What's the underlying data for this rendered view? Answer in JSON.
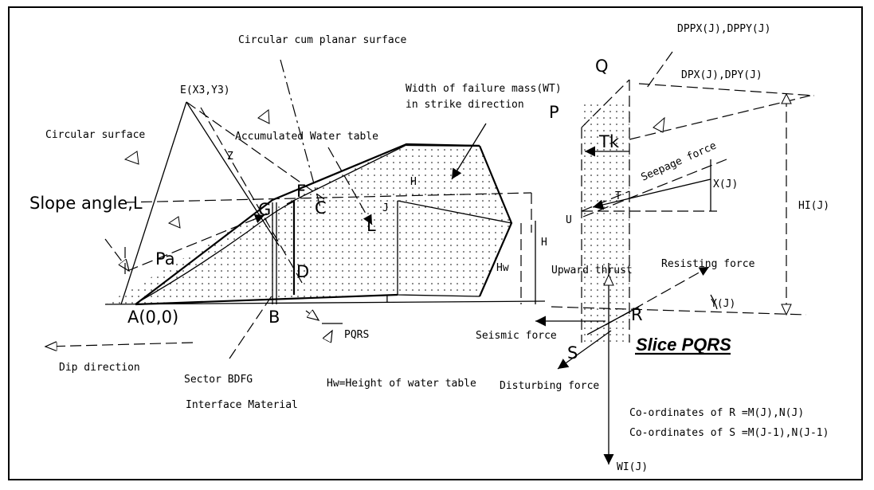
{
  "labels": {
    "circular_cum_planar": "Circular cum planar surface",
    "e_point": "E(X3,Y3)",
    "circular_surface": "Circular surface",
    "accumulated_water": "Accumulated Water table",
    "width_line1": "Width of failure mass(WT)",
    "width_line2": "in strike direction",
    "slope_angle": "Slope angle,L",
    "pa": "Pa",
    "z": "Z",
    "g": "G",
    "f": "F",
    "c": "C",
    "d": "D",
    "j": "J",
    "l": "L",
    "h_top": "H",
    "h_right": "H",
    "hw": "Hw",
    "i_small": "I",
    "a_point": "A(0,0)",
    "b_point": "B",
    "pqrs_small": "PQRS",
    "dip_direction": "Dip direction",
    "sector": "Sector BDFG",
    "interface_material": "Interface Material",
    "hw_def": "Hw=Height of water table",
    "p": "P",
    "q": "Q",
    "tk": "Tk",
    "dppx": "DPPX(J),DPPY(J)",
    "dpx": "DPX(J),DPY(J)",
    "seepage": "Seepage force",
    "t": "T",
    "xj": "X(J)",
    "hij": "HI(J)",
    "u": "U",
    "upward": "Upward thrust",
    "resisting": "Resisting force",
    "yj": "Y(J)",
    "r": "R",
    "s": "S",
    "seismic": "Seismic force",
    "slice_title": "Slice PQRS",
    "disturbing": "Disturbing force",
    "coord_r": "Co-ordinates of R =M(J),N(J)",
    "coord_s": "Co-ordinates of S =M(J-1),N(J-1)",
    "wij": "WI(J)"
  }
}
